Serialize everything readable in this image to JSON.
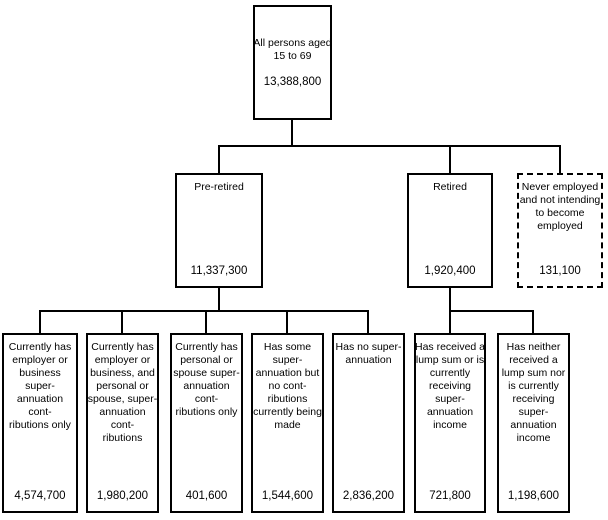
{
  "diagram": {
    "root": {
      "label": "All persons aged\n15 to 69",
      "value": "13,388,800"
    },
    "level2": [
      {
        "label": "Pre-retired",
        "value": "11,337,300"
      },
      {
        "label": "Retired",
        "value": "1,920,400"
      },
      {
        "label": "Never employed\nand not intending\nto become\nemployed",
        "value": "131,100"
      }
    ],
    "level3": [
      {
        "label": "Currently has\nemployer or\nbusiness\nsuper-\nannuation\ncont-\nributions only",
        "value": "4,574,700"
      },
      {
        "label": "Currently has\nemployer or\nbusiness, and\npersonal or\nspouse, super-\nannuation\ncont-\nributions",
        "value": "1,980,200"
      },
      {
        "label": "Currently has\npersonal or\nspouse super-\nannuation\ncont-\nributions only",
        "value": "401,600"
      },
      {
        "label": "Has some\nsuper-\nannuation but\nno cont-\nributions\ncurrently being\nmade",
        "value": "1,544,600"
      },
      {
        "label": "Has no super-\nannuation",
        "value": "2,836,200"
      },
      {
        "label": "Has received a\nlump sum or is\ncurrently\nreceiving\nsuper-\nannuation\nincome",
        "value": "721,800"
      },
      {
        "label": "Has neither\nreceived a\nlump sum nor\nis currently\nreceiving\nsuper-\nannuation\nincome",
        "value": "1,198,600"
      }
    ],
    "colors": {
      "line": "#000000",
      "background": "#ffffff"
    }
  }
}
